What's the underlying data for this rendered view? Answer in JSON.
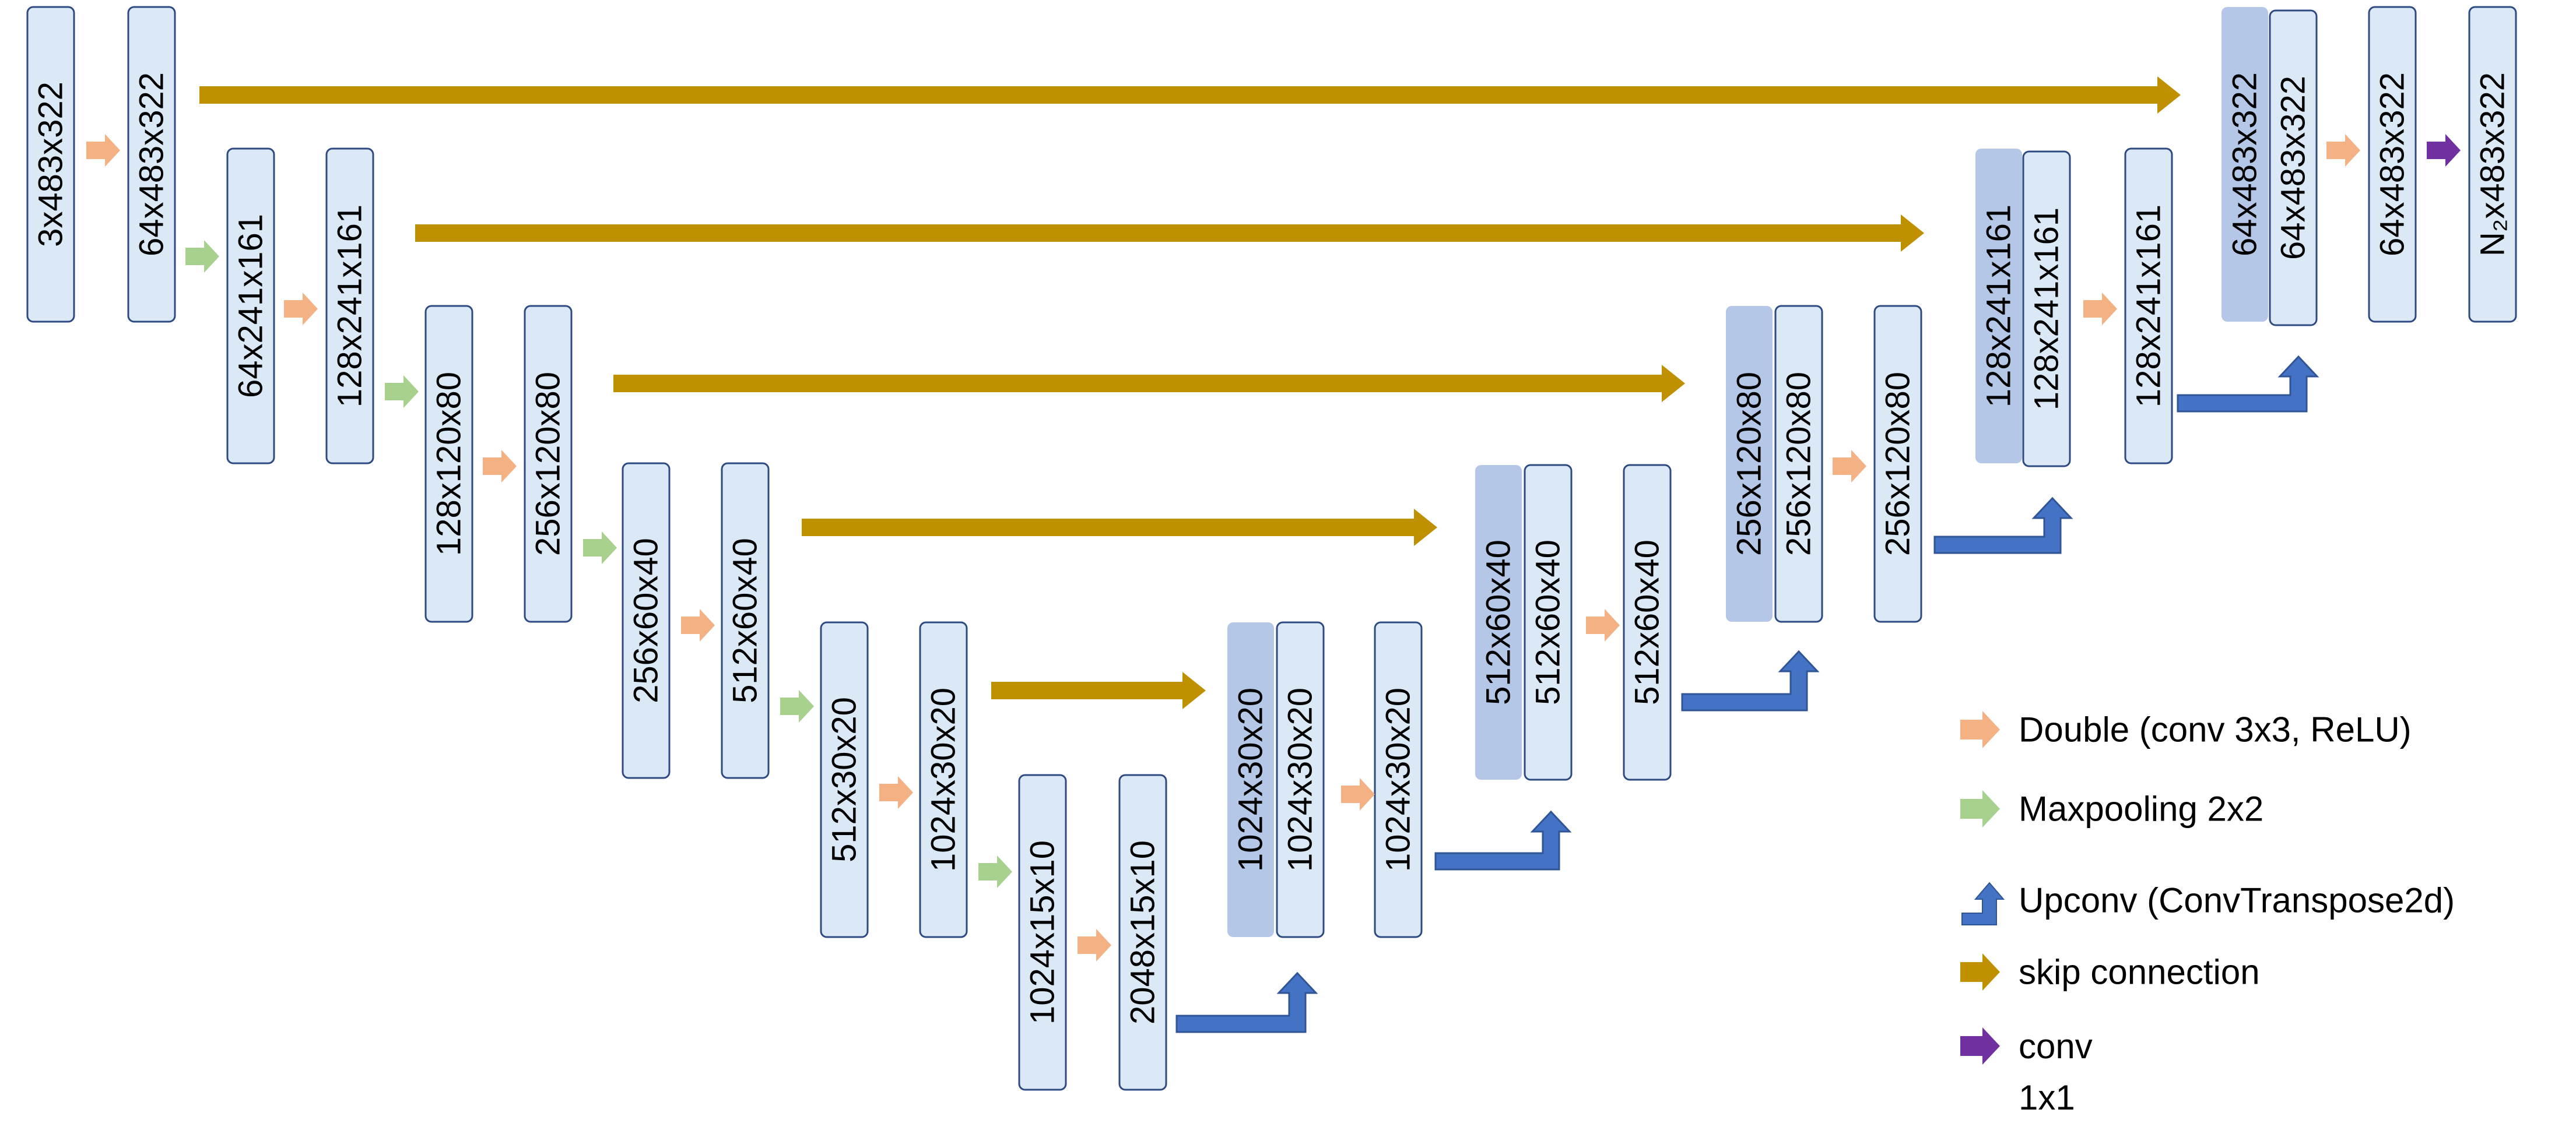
{
  "diagram": {
    "blocks": [
      {
        "id": "b1",
        "label": "3x483x322",
        "tinted": false
      },
      {
        "id": "b2",
        "label": "64x483x322",
        "tinted": false
      },
      {
        "id": "b3",
        "label": "64x241x161",
        "tinted": false
      },
      {
        "id": "b4",
        "label": "128x241x161",
        "tinted": false
      },
      {
        "id": "b5",
        "label": "128x120x80",
        "tinted": false
      },
      {
        "id": "b6",
        "label": "256x120x80",
        "tinted": false
      },
      {
        "id": "b7",
        "label": "256x60x40",
        "tinted": false
      },
      {
        "id": "b8",
        "label": "512x60x40",
        "tinted": false
      },
      {
        "id": "b9",
        "label": "512x30x20",
        "tinted": false
      },
      {
        "id": "b10",
        "label": "1024x30x20",
        "tinted": false
      },
      {
        "id": "b11",
        "label": "1024x15x10",
        "tinted": false
      },
      {
        "id": "b12",
        "label": "2048x15x10",
        "tinted": false
      },
      {
        "id": "b13a",
        "label": "1024x30x20",
        "tinted": true
      },
      {
        "id": "b13b",
        "label": "1024x30x20",
        "tinted": false
      },
      {
        "id": "b14",
        "label": "1024x30x20",
        "tinted": false
      },
      {
        "id": "b15a",
        "label": "512x60x40",
        "tinted": true
      },
      {
        "id": "b15b",
        "label": "512x60x40",
        "tinted": false
      },
      {
        "id": "b16",
        "label": "512x60x40",
        "tinted": false
      },
      {
        "id": "b17a",
        "label": "256x120x80",
        "tinted": true
      },
      {
        "id": "b17b",
        "label": "256x120x80",
        "tinted": false
      },
      {
        "id": "b18",
        "label": "256x120x80",
        "tinted": false
      },
      {
        "id": "b19a",
        "label": "128x241x161",
        "tinted": true
      },
      {
        "id": "b19b",
        "label": "128x241x161",
        "tinted": false
      },
      {
        "id": "b20",
        "label": "128x241x161",
        "tinted": false
      },
      {
        "id": "b21a",
        "label": "64x483x322",
        "tinted": true
      },
      {
        "id": "b21b",
        "label": "64x483x322",
        "tinted": false
      },
      {
        "id": "b22",
        "label": "64x483x322",
        "tinted": false
      },
      {
        "id": "b23",
        "label": "N₂x483x322",
        "tinted": false
      }
    ],
    "legend": [
      {
        "type": "double",
        "label": "Double (conv 3x3, ReLU)"
      },
      {
        "type": "maxpool",
        "label": "Maxpooling 2x2"
      },
      {
        "type": "upconv",
        "label": "Upconv (ConvTranspose2d)"
      },
      {
        "type": "skip",
        "label": "skip connection"
      },
      {
        "type": "conv",
        "label": "conv\n1x1"
      }
    ]
  },
  "colors": {
    "box_fill": "#dbe8f5",
    "box_tinted_fill": "#b4c7e7",
    "box_border": "#2e4a82",
    "double": "#f4b183",
    "maxpool": "#a9d18e",
    "upconv": "#4472c4",
    "skip": "#bf9000",
    "conv": "#7030a0"
  }
}
